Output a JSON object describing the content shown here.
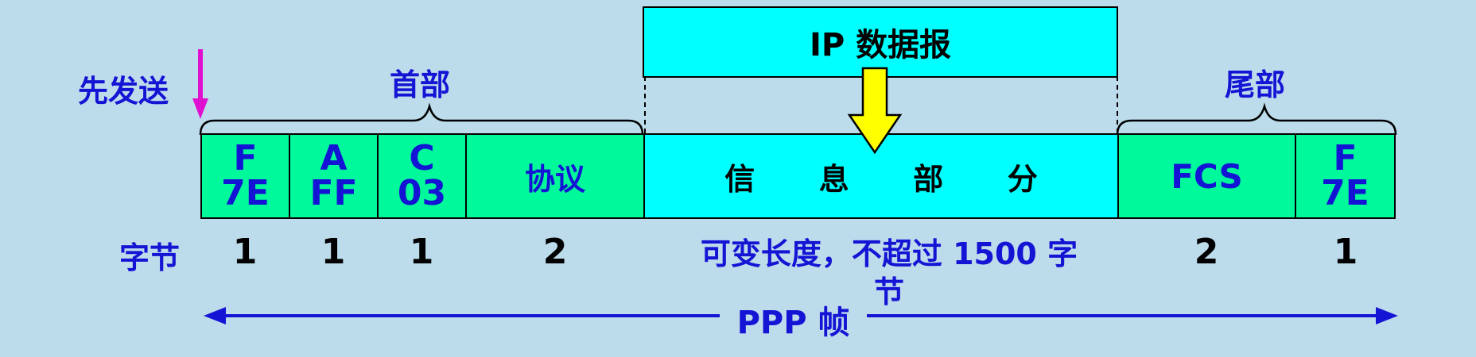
{
  "ip_datagram_label": "IP 数据报",
  "send_first_label": "先发送",
  "header_label": "首部",
  "trailer_label": "尾部",
  "fields": {
    "flag1": {
      "name": "F",
      "value": "7E"
    },
    "address": {
      "name": "A",
      "value": "FF"
    },
    "control": {
      "name": "C",
      "value": "03"
    },
    "protocol": "协议",
    "info": [
      "信",
      "息",
      "部",
      "分"
    ],
    "fcs": "FCS",
    "flag2": {
      "name": "F",
      "value": "7E"
    }
  },
  "bytes_label": "字节",
  "byte_counts": {
    "flag1": "1",
    "address": "1",
    "control": "1",
    "protocol": "2",
    "info_line1": "可变长度，不超过 1500 字",
    "info_line2": "节",
    "fcs": "2",
    "flag2": "1"
  },
  "frame_label": "PPP 帧",
  "colors": {
    "background": "#bcdcec",
    "field_green": "#00f99a",
    "field_cyan": "#00ffff",
    "label_blue": "#1414d4",
    "arrow_yellow": "#ffff00",
    "send_arrow": "#e010d0"
  }
}
